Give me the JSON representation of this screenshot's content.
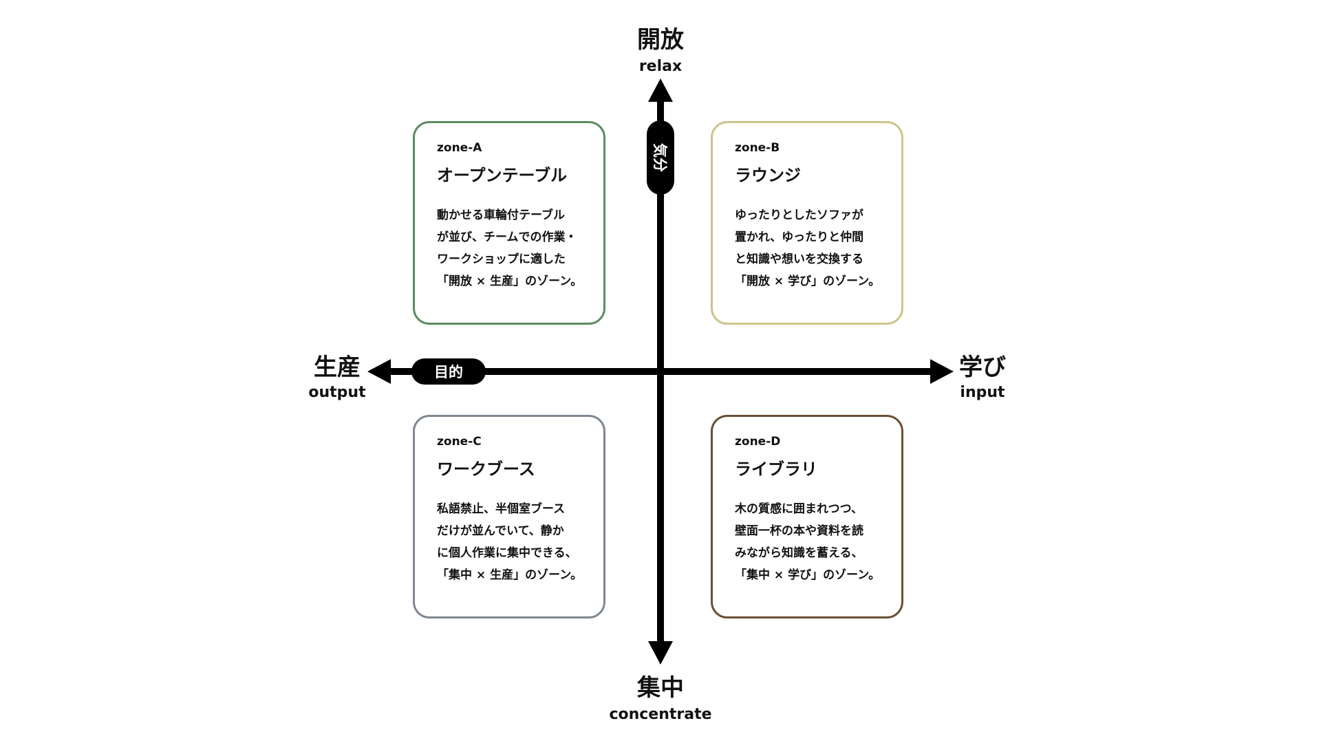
{
  "axes": {
    "top": {
      "title": "開放",
      "sub": "relax"
    },
    "bottom": {
      "title": "集中",
      "sub": "concentrate"
    },
    "left": {
      "title": "生産",
      "sub": "output"
    },
    "right": {
      "title": "学び",
      "sub": "input"
    },
    "vertical_label": "気分",
    "horizontal_label": "目的"
  },
  "zones": [
    {
      "id": "zone-A",
      "name": "オープンテーブル",
      "color": "#5b8b62",
      "lines": [
        "動かせる車輪付テーブル",
        "が並び、チームでの作業・",
        "ワークショップに適した",
        "「開放 × 生産」のゾーン。"
      ]
    },
    {
      "id": "zone-B",
      "name": "ラウンジ",
      "color": "#cec38a",
      "lines": [
        "ゆったりとしたソファが",
        "置かれ、ゆったりと仲間",
        "と知識や想いを交換する",
        "「開放 × 学び」のゾーン。"
      ]
    },
    {
      "id": "zone-C",
      "name": "ワークブース",
      "color": "#7e8791",
      "lines": [
        "私語禁止、半個室ブース",
        "だけが並んでいて、静か",
        "に個人作業に集中できる、",
        "「集中 × 生産」のゾーン。"
      ]
    },
    {
      "id": "zone-D",
      "name": "ライブラリ",
      "color": "#6a4e33",
      "lines": [
        "木の質感に囲まれつつ、",
        "壁面一杯の本や資料を読",
        "みながら知識を蓄える、",
        "「集中 × 学び」のゾーン。"
      ]
    }
  ]
}
